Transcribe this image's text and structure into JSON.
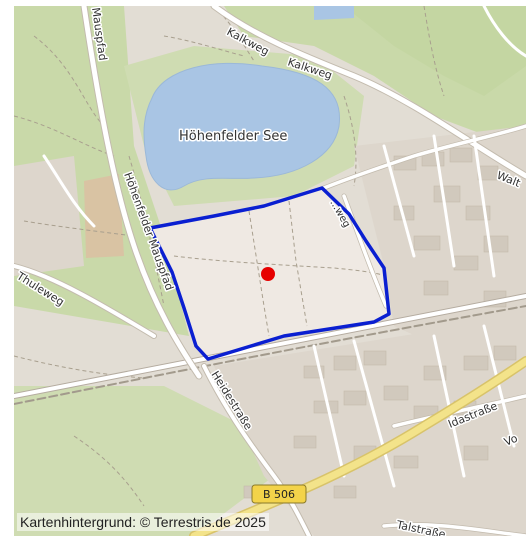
{
  "map": {
    "labels": {
      "lake": "Höhenfelder See",
      "kalkweg_1": "Kalkweg",
      "kalkweg_2": "Kalkweg",
      "mauspfad": "Mauspfad",
      "hoehenfelder_mauspfad": "Höhenfelder Mauspfad",
      "thuleweg": "Thuleweg",
      "heidestrasse": "Heidestraße",
      "idastrasse": "Idastraße",
      "talstrasse": "Talstraße",
      "east_road_top": "Walt",
      "east_road_mid": "Vo",
      "weg_inside": "...weg",
      "b506": "B 506"
    },
    "colors": {
      "boundary": "#0a1fd1",
      "marker": "#e60000",
      "water": "#a9c5e4",
      "forest": "#c9d9a9",
      "area": "#efe9e3",
      "trunk_road": "#f3e38a"
    },
    "attribution": "Kartenhintergrund: © Terrestris.de 2025"
  }
}
